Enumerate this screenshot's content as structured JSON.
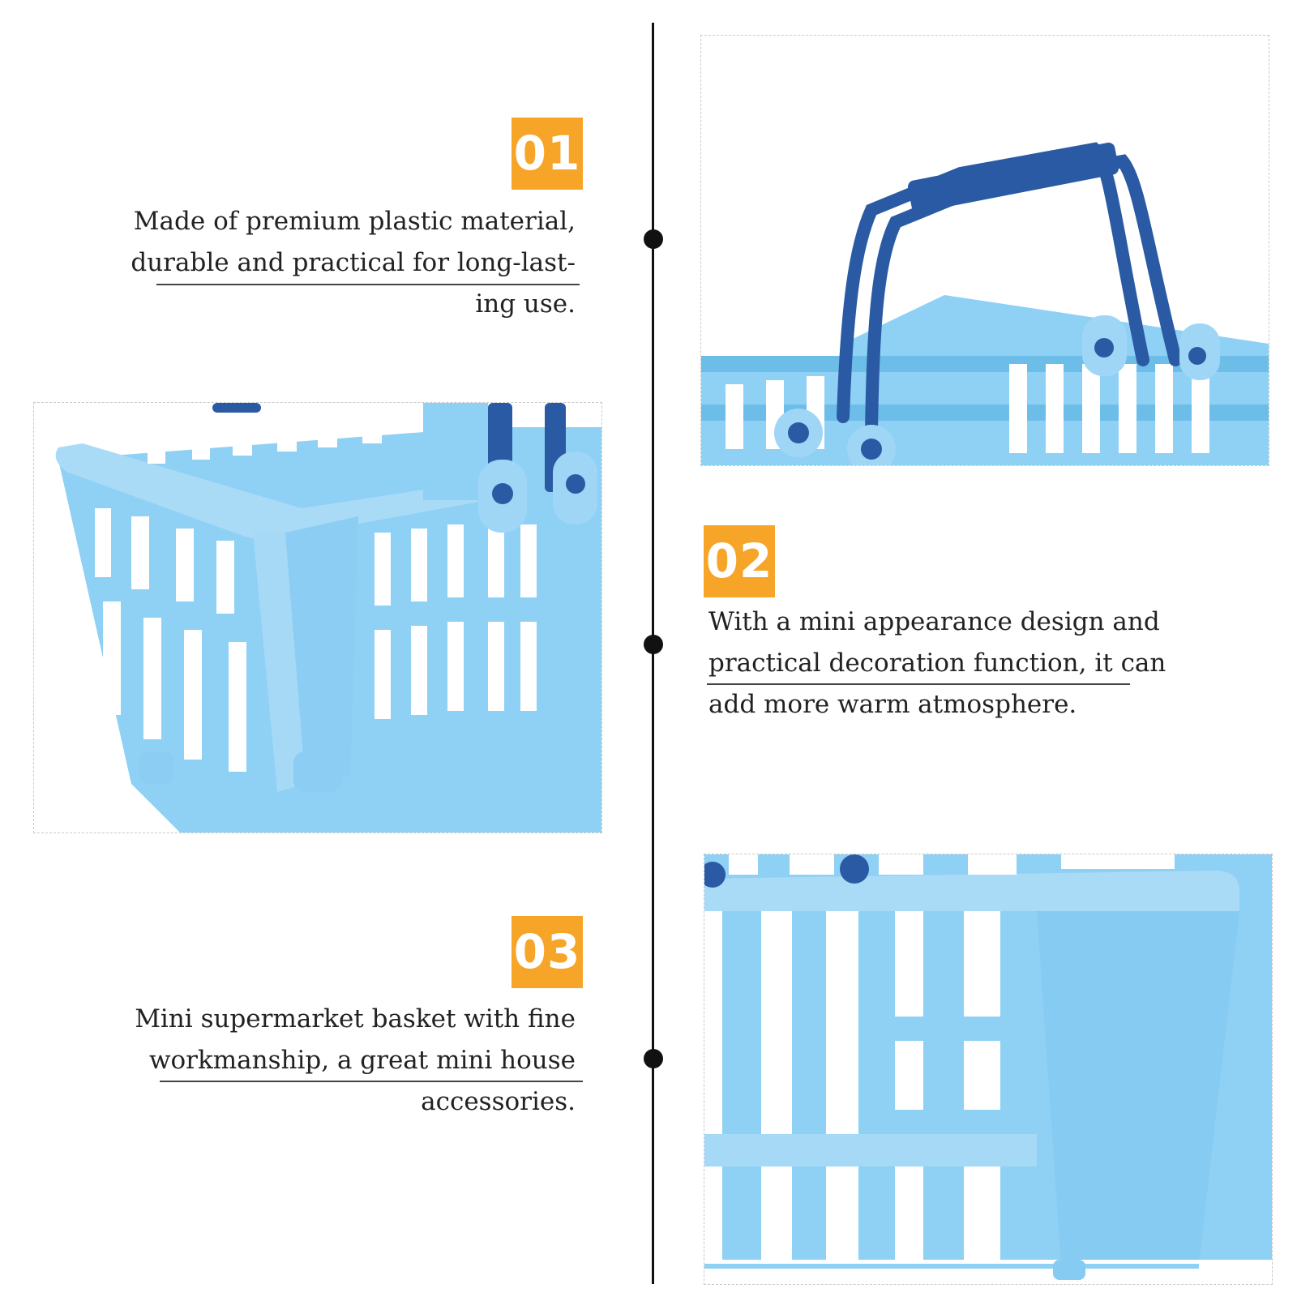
{
  "features": [
    {
      "number": "01",
      "lines": [
        "Made of premium plastic material,",
        "durable and practical for long-last-",
        "ing use."
      ]
    },
    {
      "number": "02",
      "lines": [
        "With a mini appearance design and",
        "practical decoration function, it can",
        "add more warm atmosphere."
      ]
    },
    {
      "number": "03",
      "lines": [
        "Mini supermarket basket with fine",
        "workmanship, a great mini house",
        "accessories."
      ]
    }
  ],
  "colors": {
    "badge": "#f7a528",
    "basket_blue": "#7ec8f2",
    "handle_navy": "#2a5aa3",
    "timeline": "#111111"
  }
}
